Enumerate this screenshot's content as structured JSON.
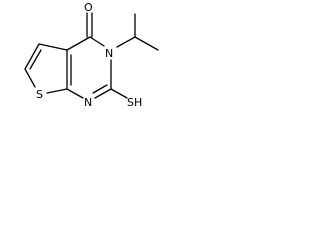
{
  "molecule": {
    "atoms": {
      "oxygen": "O",
      "ring_nitrogen_top": "N",
      "ring_nitrogen_bottom": "N",
      "sulfur_ring": "S",
      "thiol": "SH"
    }
  }
}
